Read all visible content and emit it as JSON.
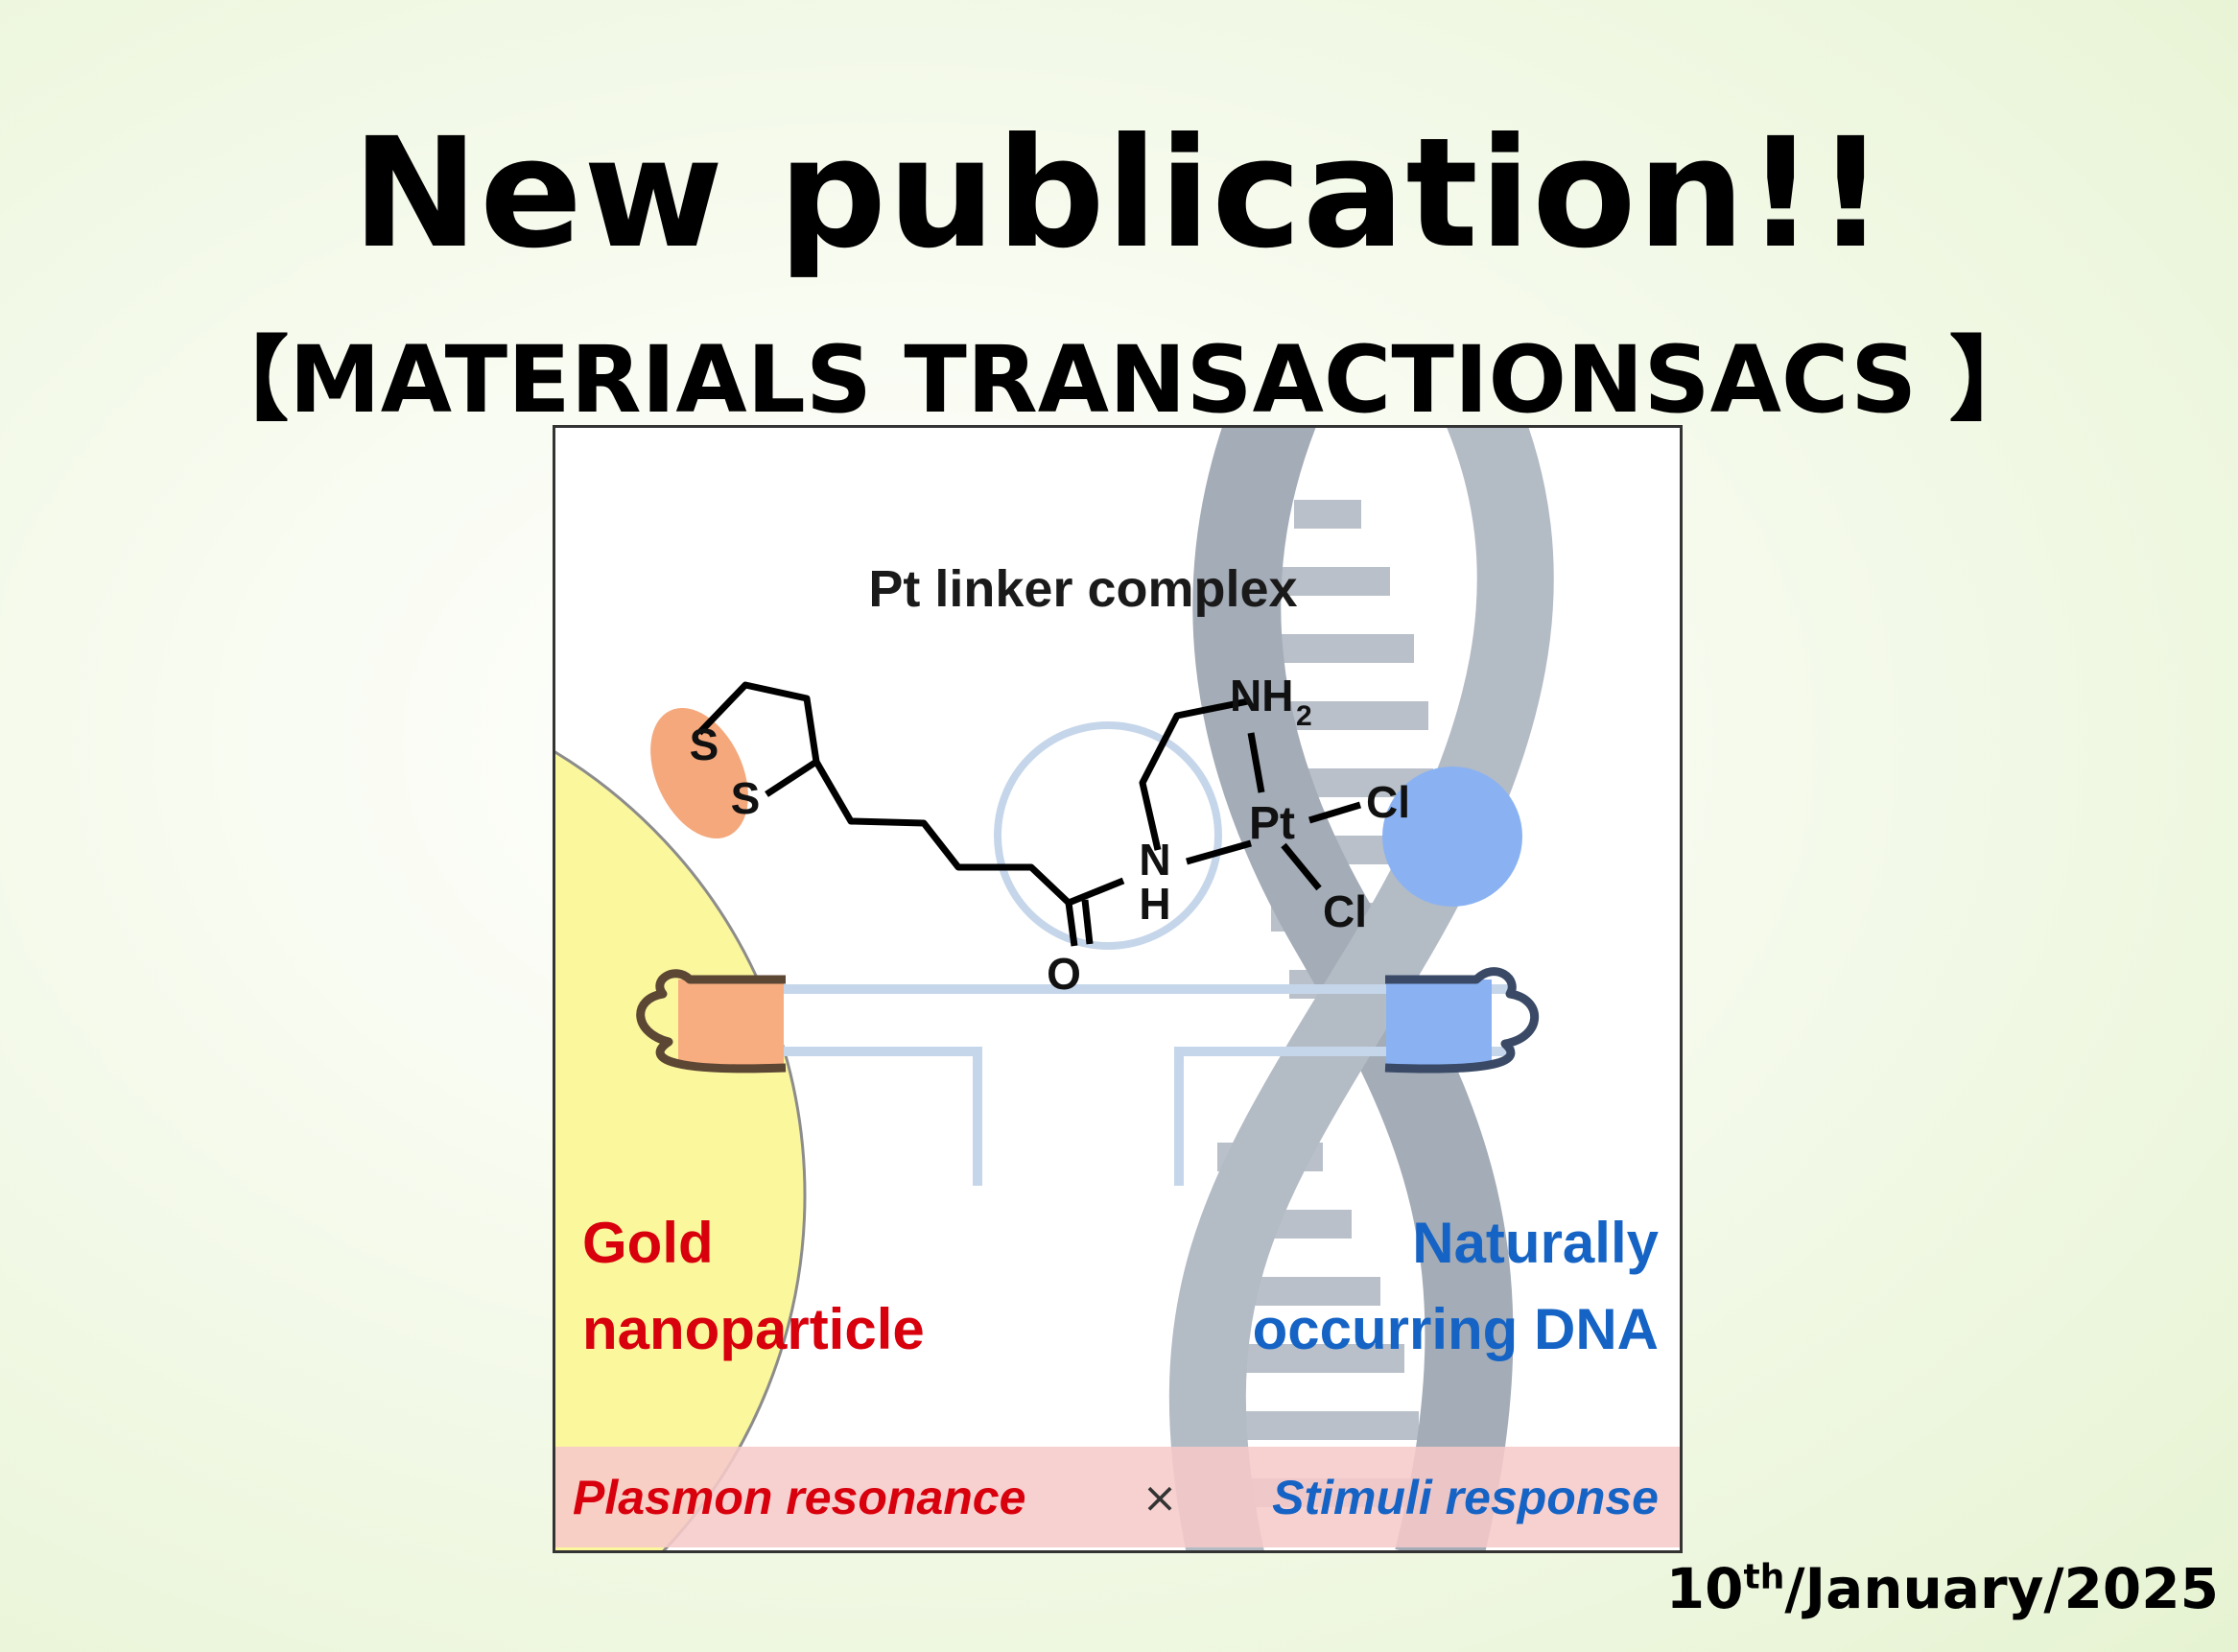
{
  "title": "New publication!!",
  "journal": "【MATERIALS TRANSACTIONSACS 】",
  "date": {
    "day": "10",
    "suffix": "th",
    "rest": "/January/2025"
  },
  "figure": {
    "heading": "Pt linker complex",
    "atoms": {
      "s1": "S",
      "s2": "S",
      "nh2": "NH",
      "nh2_sub": "2",
      "pt": "Pt",
      "cl1": "Cl",
      "cl2": "Cl",
      "n": "N",
      "h": "H",
      "o": "O"
    },
    "left_label": {
      "line1": "Gold",
      "line2": "nanoparticle"
    },
    "right_label": {
      "line1": "Naturally",
      "line2": "occurring DNA"
    },
    "banner": {
      "left": "Plasmon resonance",
      "times": "×",
      "right": "Stimuli response"
    }
  }
}
